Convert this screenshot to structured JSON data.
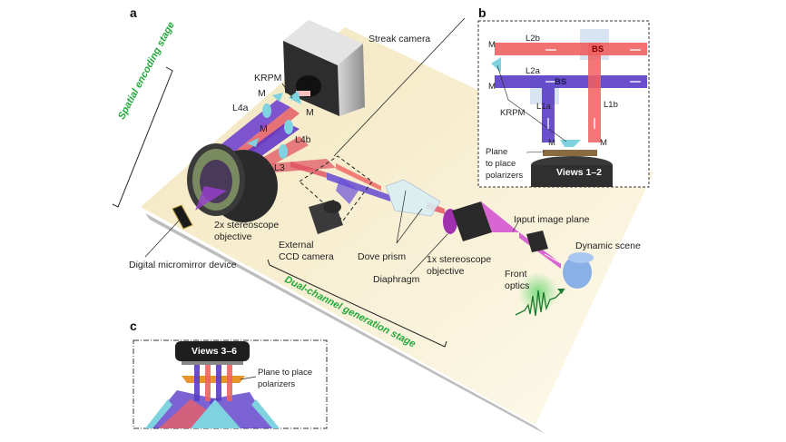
{
  "panels": {
    "a": "a",
    "b": "b",
    "c": "c"
  },
  "panel_a": {
    "stage_labels": {
      "spatial_encoding": "Spatial encoding stage",
      "dual_channel": "Dual-channel generation stage"
    },
    "components": {
      "streak_camera": "Streak camera",
      "krpm": "KRPM",
      "m_top": "M",
      "m_right": "M",
      "m_mid": "M",
      "l4a": "L4a",
      "l4b": "L4b",
      "l3": "L3",
      "objective_2x_line1": "2x stereoscope",
      "objective_2x_line2": "objective",
      "dmd": "Digital micromirror device",
      "ccd_line1": "External",
      "ccd_line2": "CCD camera",
      "dove_prism": "Dove prism",
      "diaphragm": "Diaphragm",
      "objective_1x_line1": "1x stereoscope",
      "objective_1x_line2": "objective",
      "input_image_plane": "Input image plane",
      "dynamic_scene": "Dynamic scene",
      "front_optics_line1": "Front",
      "front_optics_line2": "optics"
    }
  },
  "panel_b": {
    "m_top": "M",
    "m_bottom": "M",
    "l2b": "L2b",
    "l2a": "L2a",
    "bs_top": "BS",
    "bs_bottom": "BS",
    "l1a": "L1a",
    "l1b": "L1b",
    "krpm": "KRPM",
    "m_lower_left": "M",
    "m_lower_right": "M",
    "plane_line1": "Plane",
    "plane_line2": "to place",
    "plane_line3": "polarizers",
    "views": "Views 1–2"
  },
  "panel_c": {
    "views": "Views 3–6",
    "plane_line1": "Plane to place",
    "plane_line2": "polarizers"
  },
  "colors": {
    "table": "#f8f0d2",
    "table_shadow": "#b9b9b9",
    "red_beam": "#f04848",
    "blue_beam": "#5a3cc8",
    "cyan_optic": "#7fd3e0",
    "magenta_beam": "#d050d0",
    "green_label": "#22a83a",
    "camera_dark": "#2a2a2a",
    "camera_gray": "#c8c8c8"
  }
}
